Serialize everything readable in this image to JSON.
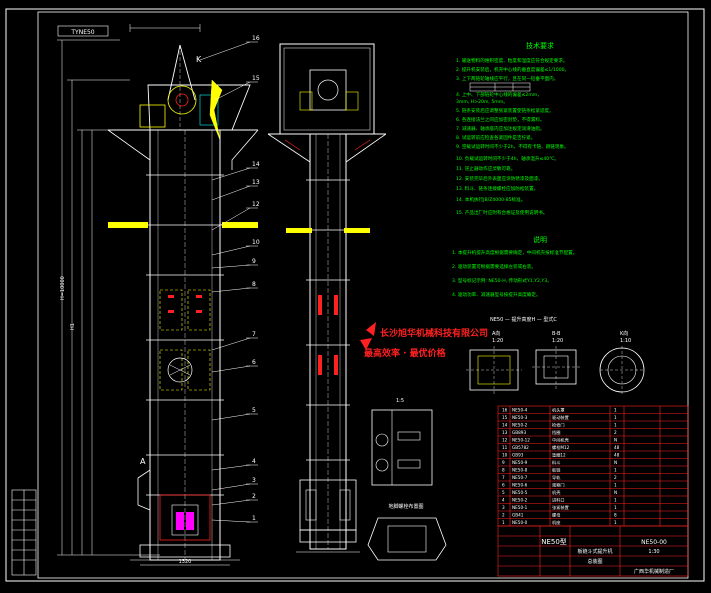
{
  "drawing": {
    "top_left_tag": "TYNE50",
    "label_K": "K",
    "label_A": "A",
    "section_A_label": "A",
    "part_numbers": [
      "16",
      "15",
      "14",
      "13",
      "12",
      "10",
      "9",
      "8",
      "7",
      "6",
      "5",
      "4",
      "3",
      "2",
      "1"
    ]
  },
  "tech_requirements": {
    "title": "技术要求",
    "items": [
      "1. 输送物料的堆积密度、粒度和温度应符合规定要求。",
      "2. 提升机安装后，机壳中心线的垂直度偏差≤1/1000。",
      "3. 上下两链轮轴线应平行，且在同一铅垂平面内。",
      "4. 上中、下部链轮中心线的偏差≤2mm，",
      "   3mm, H>20m, 5mm。",
      "5. 链条安装后应调整张紧装置使链条松紧适度。",
      "6. 各连接法兰之间应加密封垫，不得漏料。",
      "7. 减速器、轴承座内应加注规定润滑油脂。",
      "8. 试运转前应检查各紧固件是否拧紧。",
      "9. 空载试运转时间不少于2h，不得有卡链、跳链现象。",
      "10. 负载试运转时间不少于4h，轴承温升≤40℃。",
      "11. 逆止器动作应灵敏可靠。",
      "12. 安装完毕后外表面应涂防锈漆及面漆。",
      "13. 料斗、链条连接螺栓应加防松装置。",
      "14. 本机执行JB/Z4000-85标准。",
      "15. 产品出厂时应附有合格证及使用说明书。"
    ],
    "notes_title": "说明",
    "notes": [
      "1. 本提升机提升高度根据需要确定，中间机壳按标准节配置。",
      "2. 驱动装置可根据需要选择左装或右装。",
      "3. 型号标记示例: NE50-H, 传动形式Y1,Y2,Y3。",
      "4. 驱动功率、减速器型号按提升高度确定。"
    ],
    "model_line": "NE50 — 提升高度H — 型式C"
  },
  "section_labels": {
    "a": "A向",
    "a_scale": "1:20",
    "b": "B-B",
    "b_scale": "1:20",
    "c": "K向",
    "c_scale": "1:10",
    "detail": "1:5",
    "bottom_view": "地脚螺栓布置图"
  },
  "watermark": {
    "company": "长沙旭华机械科技有限公司",
    "slogan": "最高效率 · 最优价格"
  },
  "title_block": {
    "model": "NE50型",
    "name": "板链斗式提升机",
    "drawing_no": "NE50-00",
    "company": "广西华机械制造厂",
    "scale": "1:30",
    "sheet": "总装图"
  },
  "bom_rows": [
    [
      "16",
      "NE50-4",
      "机头罩",
      "1"
    ],
    [
      "15",
      "NE50-3",
      "驱动装置",
      "1"
    ],
    [
      "14",
      "NE50-2",
      "检修门",
      "1"
    ],
    [
      "13",
      "GB893",
      "挡圈",
      "2"
    ],
    [
      "12",
      "NE50-12",
      "中间机壳",
      "N"
    ],
    [
      "11",
      "GB5782",
      "螺栓M12",
      "48"
    ],
    [
      "10",
      "GB93",
      "垫圈12",
      "48"
    ],
    [
      "9",
      "NE50-9",
      "料斗",
      "N"
    ],
    [
      "8",
      "NE50-8",
      "板链",
      "1"
    ],
    [
      "7",
      "NE50-7",
      "导轨",
      "2"
    ],
    [
      "6",
      "NE50-6",
      "观察门",
      "1"
    ],
    [
      "5",
      "NE50-5",
      "机壳",
      "N"
    ],
    [
      "4",
      "NE50-2",
      "进料口",
      "1"
    ],
    [
      "3",
      "NE50-1",
      "张紧装置",
      "1"
    ],
    [
      "2",
      "GB41",
      "螺母",
      "8"
    ],
    [
      "1",
      "NE50-0",
      "机座",
      "1"
    ]
  ],
  "colors": {
    "background": "#000000",
    "outline": "#ffffff",
    "yellow": "#ffff00",
    "green": "#00ff00",
    "red": "#ff2020",
    "cyan": "#00ffff",
    "magenta": "#ff00ff",
    "blue": "#4466ff"
  }
}
